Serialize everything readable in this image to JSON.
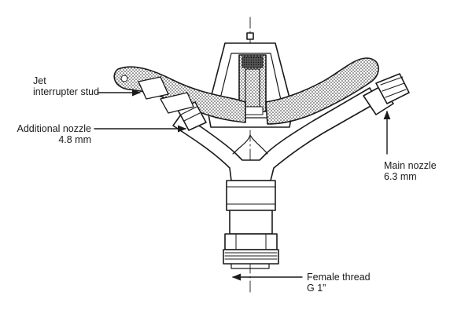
{
  "labels": {
    "jet_interrupter": {
      "line1": "Jet",
      "line2": "interrupter stud"
    },
    "additional_nozzle": {
      "line1": "Additional nozzle",
      "line2": "4.8 mm"
    },
    "main_nozzle": {
      "line1": "Main nozzle",
      "line2": "6.3 mm"
    },
    "female_thread": {
      "line1": "Female thread",
      "line2": "G 1”"
    }
  },
  "colors": {
    "ink": "#1a1a1a",
    "background": "#ffffff"
  }
}
